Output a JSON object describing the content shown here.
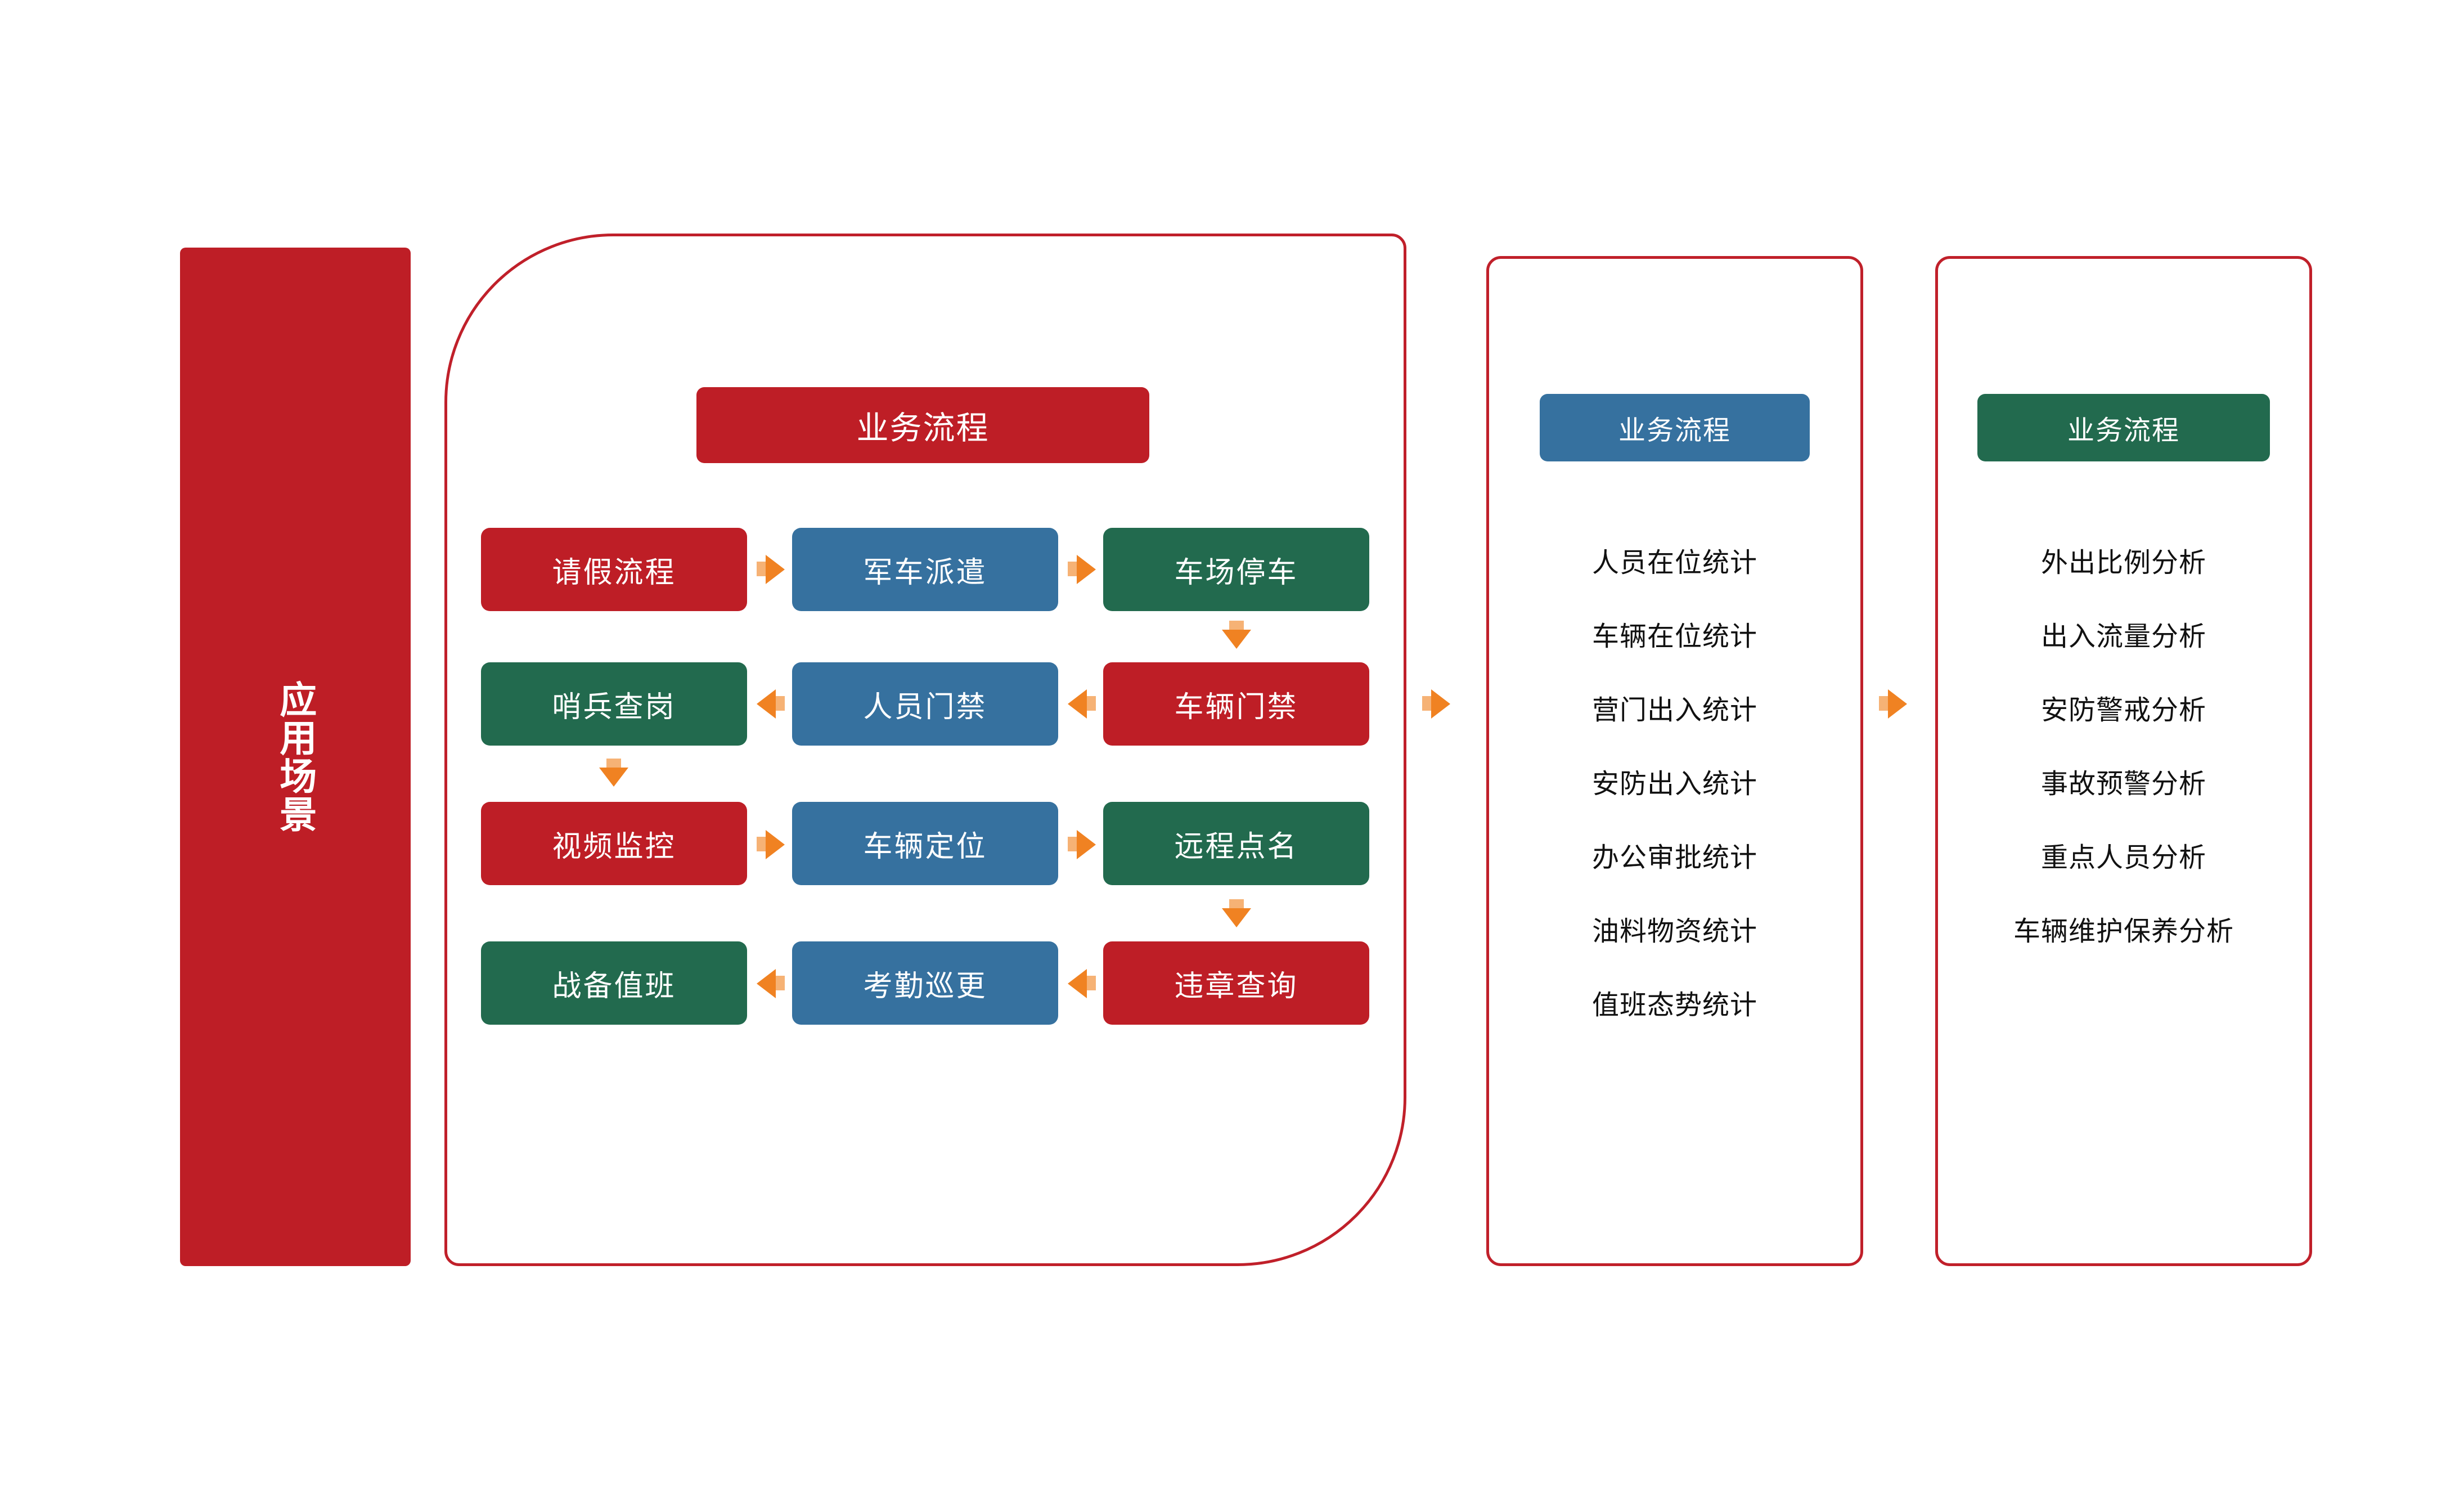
{
  "banner": {
    "label": "应用场景"
  },
  "panels": {
    "process": {
      "title": "业务流程",
      "title_color": "#BE1E26",
      "rows": [
        {
          "direction": "right",
          "nodes": [
            {
              "label": "请假流程",
              "color": "red"
            },
            {
              "label": "军车派遣",
              "color": "blue"
            },
            {
              "label": "车场停车",
              "color": "green"
            }
          ]
        },
        {
          "direction": "left",
          "nodes": [
            {
              "label": "哨兵查岗",
              "color": "green"
            },
            {
              "label": "人员门禁",
              "color": "blue"
            },
            {
              "label": "车辆门禁",
              "color": "red"
            }
          ]
        },
        {
          "direction": "right",
          "nodes": [
            {
              "label": "视频监控",
              "color": "red"
            },
            {
              "label": "车辆定位",
              "color": "blue"
            },
            {
              "label": "远程点名",
              "color": "green"
            }
          ]
        },
        {
          "direction": "left",
          "nodes": [
            {
              "label": "战备值班",
              "color": "green"
            },
            {
              "label": "考勤巡更",
              "color": "blue"
            },
            {
              "label": "违章查询",
              "color": "red"
            }
          ]
        }
      ]
    },
    "statistics": {
      "title": "业务流程",
      "title_color": "#36719F",
      "items": [
        "人员在位统计",
        "车辆在位统计",
        "营门出入统计",
        "安防出入统计",
        "办公审批统计",
        "油料物资统计",
        "值班态势统计"
      ]
    },
    "analysis": {
      "title": "业务流程",
      "title_color": "#226A4E",
      "items": [
        "外出比例分析",
        "出入流量分析",
        "安防警戒分析",
        "事故预警分析",
        "重点人员分析",
        "车辆维护保养分析"
      ]
    }
  },
  "colors": {
    "red": "#BE1E26",
    "blue": "#36719F",
    "green": "#226A4E",
    "arrow": "#F08222",
    "outline": "#C0202A",
    "text": "#111111"
  }
}
